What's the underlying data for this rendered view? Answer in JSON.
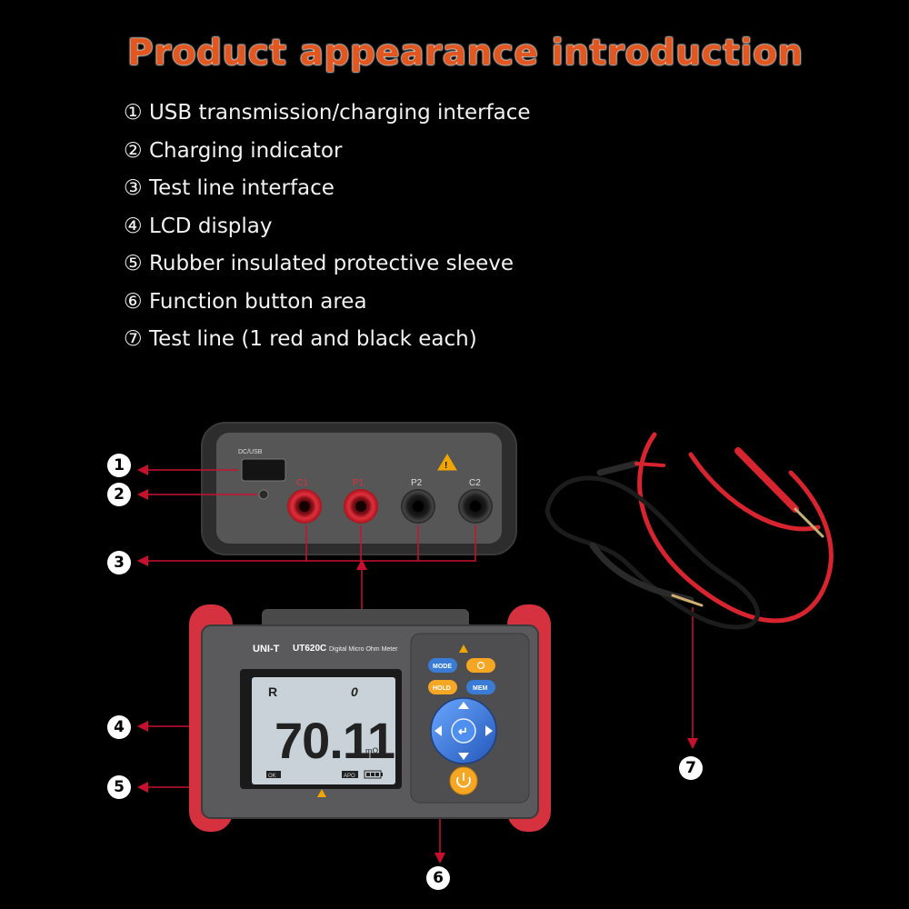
{
  "header": {
    "title": "Product appearance introduction",
    "title_color": "#e2571f"
  },
  "features": [
    {
      "marker": "①",
      "label": "USB transmission/charging interface"
    },
    {
      "marker": "②",
      "label": "Charging indicator"
    },
    {
      "marker": "③",
      "label": "Test line interface"
    },
    {
      "marker": "④",
      "label": "LCD display"
    },
    {
      "marker": "⑤",
      "label": "Rubber insulated protective sleeve"
    },
    {
      "marker": "⑥",
      "label": "Function button area"
    },
    {
      "marker": "⑦",
      "label": "Test line (1 red and black each)"
    }
  ],
  "callouts": [
    "1",
    "2",
    "3",
    "4",
    "5",
    "6",
    "7"
  ],
  "top_panel": {
    "usb_label": "DC/USB",
    "terminals": [
      "C1",
      "P1",
      "P2",
      "C2"
    ]
  },
  "device": {
    "brand": "UNI-T",
    "model": "UT620C",
    "model_desc": "Digital Micro Ohm Meter",
    "buttons": {
      "mode": "MODE",
      "hold": "HOLD",
      "mem": "MEM"
    }
  },
  "lcd": {
    "mode": "R",
    "index": "0",
    "reading": "70.11",
    "unit": "mΩ",
    "status_left": "OK",
    "status_apo": "APO"
  },
  "colors": {
    "accent_red": "#d93040",
    "arrow_red": "#c8102e",
    "lcd_bg": "#c9d2d8",
    "button_blue": "#3a7bd5",
    "button_orange": "#f5a623"
  }
}
